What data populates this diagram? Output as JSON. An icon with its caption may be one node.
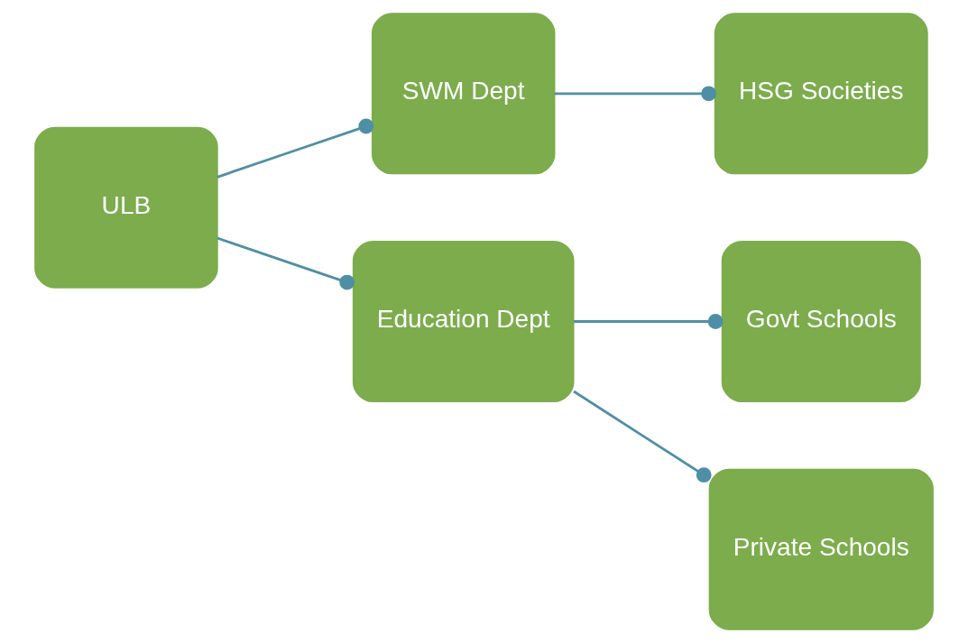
{
  "diagram": {
    "nodes": [
      {
        "text": [
          "ULB"
        ]
      },
      {
        "text": [
          "SWM Dept"
        ]
      },
      {
        "text": [
          "HSG Societies"
        ]
      },
      {
        "text": [
          "Govt Schools"
        ]
      },
      {
        "text": [
          "Education Dept"
        ]
      },
      {
        "text": [
          "Private Schools"
        ]
      }
    ],
    "edges": [
      {
        "from": 0,
        "to": 1,
        "arrow": "other"
      },
      {
        "from": 1,
        "to": 2,
        "arrow": "other"
      },
      {
        "from": 0,
        "to": 4,
        "arrow": "other"
      },
      {
        "from": 4,
        "to": 3,
        "arrow": "other"
      },
      {
        "from": 4,
        "to": 5,
        "arrow": "other"
      }
    ]
  }
}
